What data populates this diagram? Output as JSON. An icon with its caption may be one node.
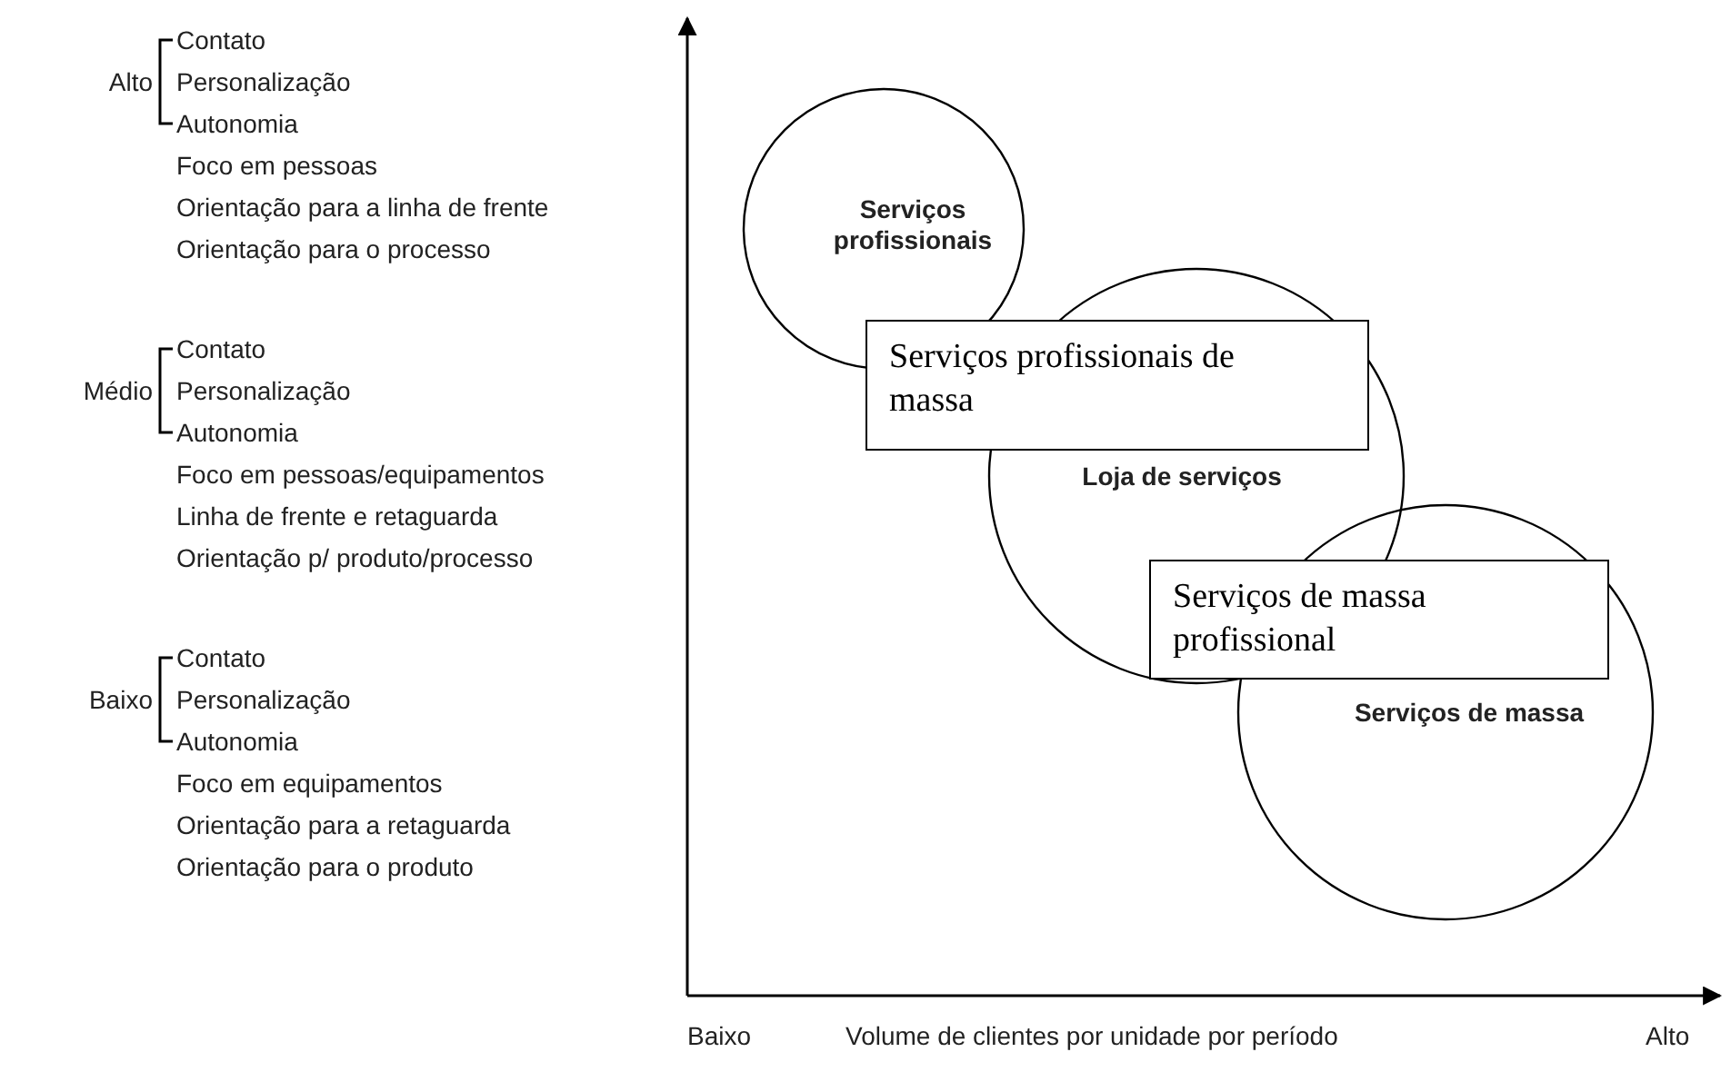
{
  "diagram": {
    "nodes": [
      {
        "text": [
          "Serviços profissionais"
        ]
      },
      {
        "text": [
          "Serviços profissionais de massa"
        ]
      },
      {
        "text": [
          "Loja de serviços"
        ]
      },
      {
        "text": [
          "Serviços de massa profissional"
        ]
      },
      {
        "text": [
          "Serviços de massa"
        ]
      }
    ],
    "labels": [
      "Alto",
      "Contato",
      "Personalização",
      "Autonomia",
      "Foco em pessoas",
      "Orientação para a linha de frente",
      "Orientação para o processo",
      "Médio",
      "Contato",
      "Personalização",
      "Autonomia",
      "Foco em pessoas/equipamentos",
      "Linha de frente e retaguarda",
      "Orientação p/ produto/processo",
      "Baixo",
      "Contato",
      "Personalização",
      "Autonomia",
      "Foco em equipamentos",
      "Orientação para a retaguarda",
      "Orientação para o produto",
      "Baixo",
      "Volume de clientes por unidade por período",
      "Alto"
    ]
  }
}
